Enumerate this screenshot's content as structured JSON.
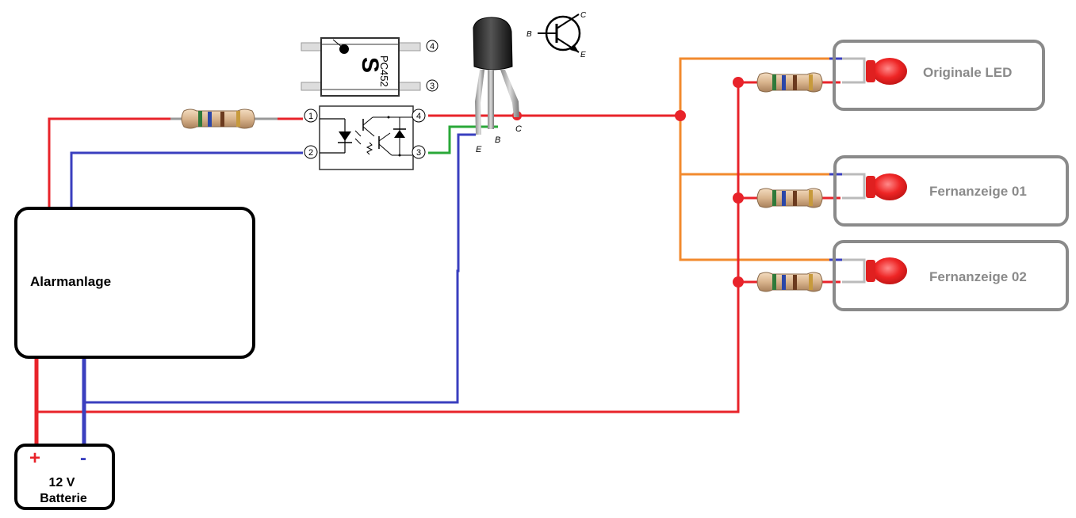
{
  "alarm": {
    "label": "Alarmanlage"
  },
  "battery": {
    "plus": "+",
    "minus": "-",
    "voltage": "12 V",
    "name": "Batterie"
  },
  "optocoupler": {
    "part": "PC452",
    "logo": "S",
    "pins": [
      "1",
      "2",
      "3",
      "4"
    ]
  },
  "transistor": {
    "legs": [
      "E",
      "B",
      "C"
    ],
    "symbol_labels": {
      "b": "B",
      "c": "C",
      "e": "E"
    }
  },
  "leds": [
    {
      "label": "Originale LED"
    },
    {
      "label": "Fernanzeige 01"
    },
    {
      "label": "Fernanzeige 02"
    }
  ],
  "colors": {
    "positive_wire": "#e8232a",
    "negative_wire": "#3a3fbf",
    "green_wire": "#2aa838",
    "orange_wire": "#f28a2e",
    "box_gray": "#8a8a8a",
    "led_red": "#e82020"
  }
}
